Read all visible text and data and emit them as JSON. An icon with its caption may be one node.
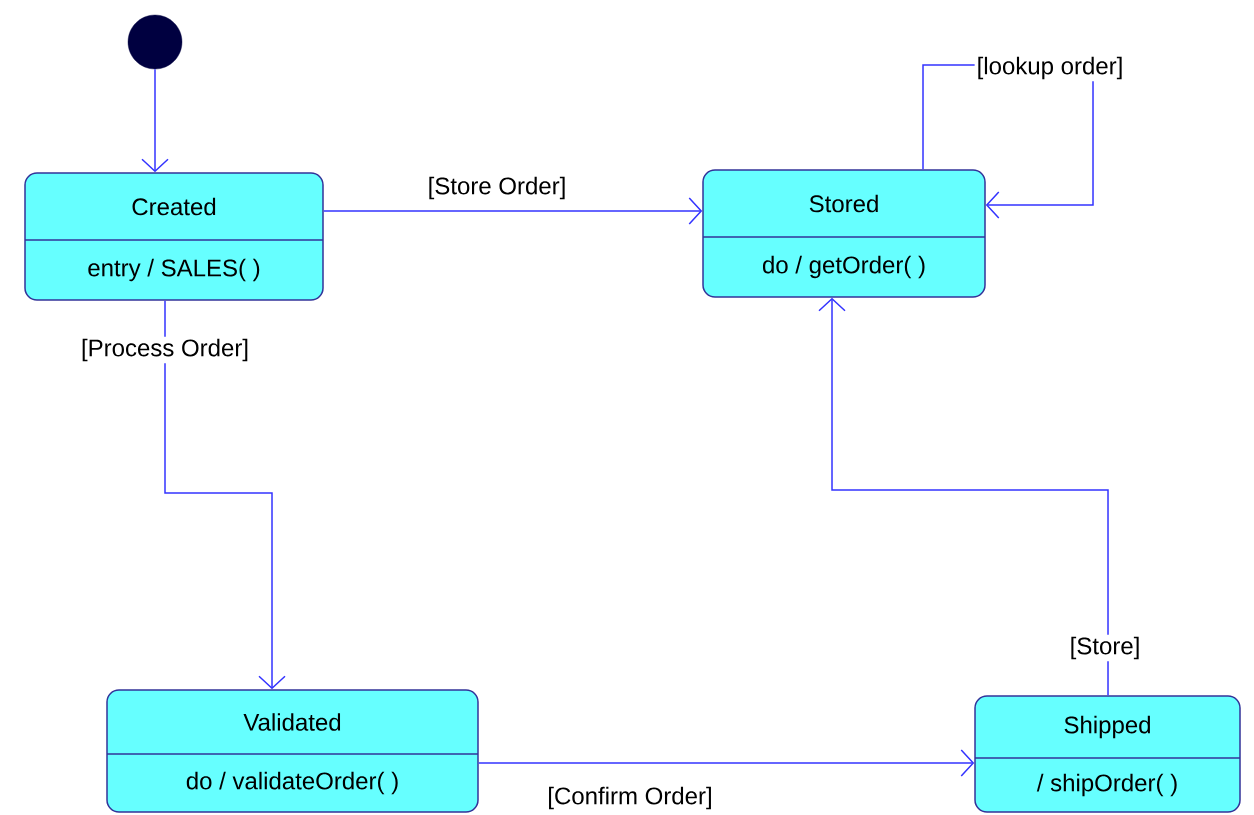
{
  "diagram": {
    "nodes": [
      {
        "text": [],
        "shape": "circle"
      },
      {
        "text": [
          "Created",
          "entry / SALES( )"
        ]
      },
      {
        "text": [
          "Stored",
          "do / getOrder( )"
        ]
      },
      {
        "text": [
          "Validated",
          "do / validateOrder( )"
        ]
      },
      {
        "text": [
          "Shipped",
          "/ shipOrder( )"
        ]
      }
    ],
    "edges": [
      {
        "from": 0,
        "to": 1,
        "arrow": "to"
      },
      {
        "from": 1,
        "to": 2,
        "arrow": "to",
        "label": "[Store Order]"
      },
      {
        "from": 1,
        "to": 3,
        "arrow": "to",
        "label": "[Process Order]"
      },
      {
        "from": 3,
        "to": 4,
        "arrow": "to",
        "label": "[Confirm Order]"
      },
      {
        "from": 2,
        "to": 2,
        "arrow": "to",
        "label": "[lookup order]"
      },
      {
        "from": 4,
        "to": 2,
        "arrow": "to",
        "label": "[Store]"
      }
    ]
  }
}
